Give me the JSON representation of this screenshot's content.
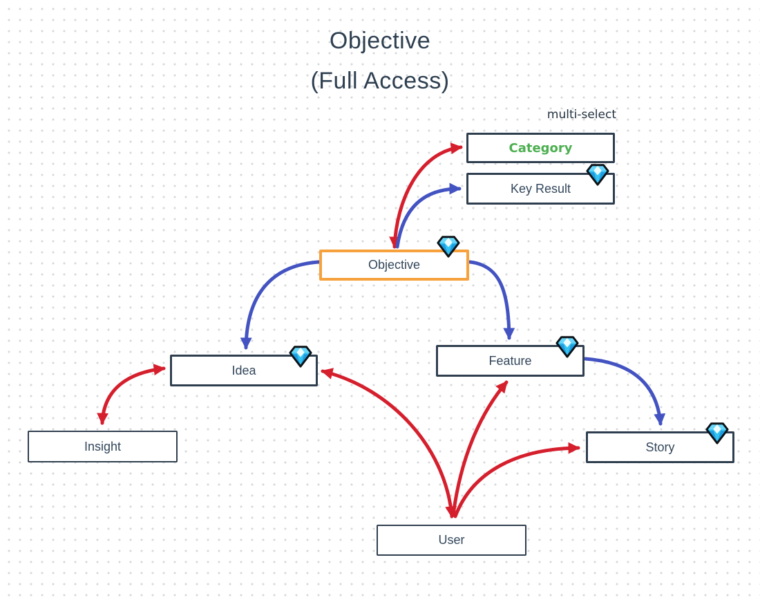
{
  "title": {
    "line1": "Objective",
    "line2": "(Full Access)"
  },
  "labels": {
    "multi_select": "multi-select"
  },
  "nodes": {
    "category": {
      "label": "Category",
      "has_gem": false,
      "text_color": "#4caf50",
      "border": "dark"
    },
    "key_result": {
      "label": "Key Result",
      "has_gem": true,
      "border": "dark"
    },
    "objective": {
      "label": "Objective",
      "has_gem": true,
      "border": "orange-highlight"
    },
    "idea": {
      "label": "Idea",
      "has_gem": true,
      "border": "dark"
    },
    "feature": {
      "label": "Feature",
      "has_gem": true,
      "border": "dark"
    },
    "insight": {
      "label": "Insight",
      "has_gem": false,
      "border": "dark-thin"
    },
    "story": {
      "label": "Story",
      "has_gem": true,
      "border": "dark"
    },
    "user": {
      "label": "User",
      "has_gem": false,
      "border": "dark-thin"
    }
  },
  "edges": [
    {
      "from": "objective",
      "to": "category",
      "color": "red",
      "arrows": "both"
    },
    {
      "from": "objective",
      "to": "key_result",
      "color": "blue",
      "arrows": "end"
    },
    {
      "from": "objective",
      "to": "idea",
      "color": "blue",
      "arrows": "end"
    },
    {
      "from": "objective",
      "to": "feature",
      "color": "blue",
      "arrows": "end"
    },
    {
      "from": "feature",
      "to": "story",
      "color": "blue",
      "arrows": "end"
    },
    {
      "from": "idea",
      "to": "insight",
      "color": "red",
      "arrows": "both"
    },
    {
      "from": "idea",
      "to": "user",
      "color": "red",
      "arrows": "both"
    },
    {
      "from": "user",
      "to": "feature",
      "color": "red",
      "arrows": "end"
    },
    {
      "from": "user",
      "to": "story",
      "color": "red",
      "arrows": "end"
    }
  ],
  "colors": {
    "edge_red": "#d51f2d",
    "edge_blue": "#4353c1",
    "node_border": "#2f3e4e",
    "objective_highlight": "#f6a13c",
    "node_text": "#33475b",
    "category_green": "#4caf50",
    "background_dot": "#d7d8da"
  },
  "icons": {
    "gem": "blue diamond gem badge"
  }
}
